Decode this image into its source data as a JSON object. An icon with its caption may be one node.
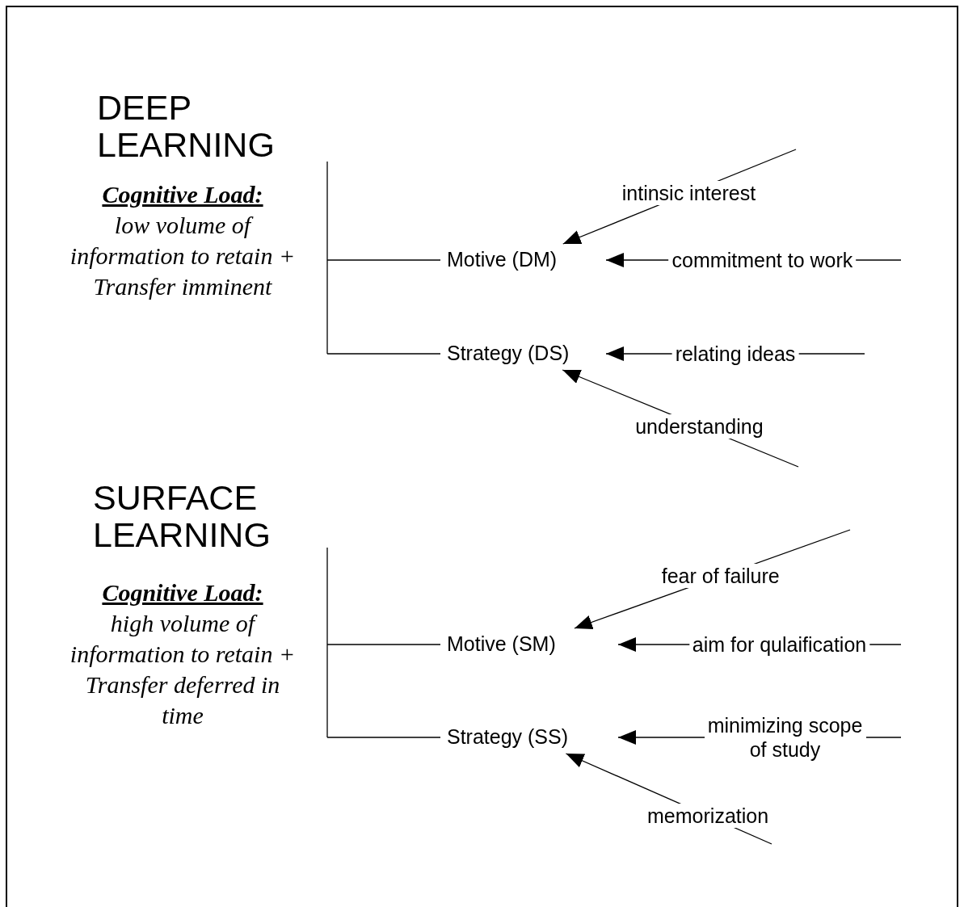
{
  "diagram": {
    "nodes": [
      {
        "text": [
          "Motive (DM)"
        ]
      },
      {
        "text": [
          "Strategy (DS)"
        ]
      },
      {
        "text": [
          "Motive (SM)"
        ]
      },
      {
        "text": [
          "Strategy (SS)"
        ]
      }
    ],
    "edges": [
      {
        "from": null,
        "to": 0,
        "arrow": "none"
      },
      {
        "from": null,
        "to": 0,
        "arrow": "to",
        "label": "intinsic interest"
      },
      {
        "from": null,
        "to": 0,
        "arrow": "to",
        "label": "commitment to work"
      },
      {
        "from": null,
        "to": 1,
        "arrow": "none"
      },
      {
        "from": null,
        "to": 1,
        "arrow": "to",
        "label": "relating ideas"
      },
      {
        "from": null,
        "to": 1,
        "arrow": "to",
        "label": "understanding"
      },
      {
        "from": null,
        "to": 2,
        "arrow": "none"
      },
      {
        "from": null,
        "to": 2,
        "arrow": "to",
        "label": "fear of failure"
      },
      {
        "from": null,
        "to": 2,
        "arrow": "to",
        "label": "aim for qulaification"
      },
      {
        "from": null,
        "to": 3,
        "arrow": "none"
      },
      {
        "from": null,
        "to": 3,
        "arrow": "to",
        "label": "minimizing scope of study"
      },
      {
        "from": null,
        "to": 3,
        "arrow": "to",
        "label": "memorization"
      }
    ],
    "labels": [
      "DEEP LEARNING",
      "Cognitive Load:",
      "low volume of information to retain + Transfer imminent",
      "SURFACE LEARNING",
      "Cognitive Load:",
      "high volume of information to retain + Transfer deferred in time"
    ]
  }
}
